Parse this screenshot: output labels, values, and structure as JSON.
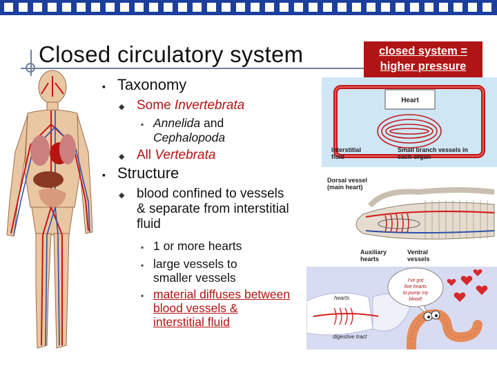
{
  "slide": {
    "title": "Closed circulatory system",
    "note": "closed system = higher pressure"
  },
  "bullets": {
    "taxonomy": "Taxonomy",
    "some": "Some ",
    "invertebrata": "Invertebrata",
    "annelida": "Annelida",
    "and": " and",
    "cephalopoda": "Cephalopoda",
    "all": "All ",
    "vertebrata": "Vertebrata",
    "structure": "Structure",
    "blood_confined": "blood confined to vessels & separate from interstitial fluid",
    "hearts": "1 or more hearts",
    "large_vessels": "large vessels to smaller vessels",
    "diffuses": "material diffuses between blood vessels & interstitial fluid"
  },
  "diagram1": {
    "heart": "Heart",
    "interstitial": "Interstitial fluid",
    "small_branch": "Small branch vessels in each organ"
  },
  "diagram2": {
    "dorsal": "Dorsal vessel (main heart)",
    "auxiliary": "Auxiliary hearts",
    "ventral": "Ventral vessels"
  },
  "diagram3": {
    "hearts": "hearts",
    "digestive": "digestive tract",
    "bubble": "I've got five hearts to pump my blood!"
  }
}
